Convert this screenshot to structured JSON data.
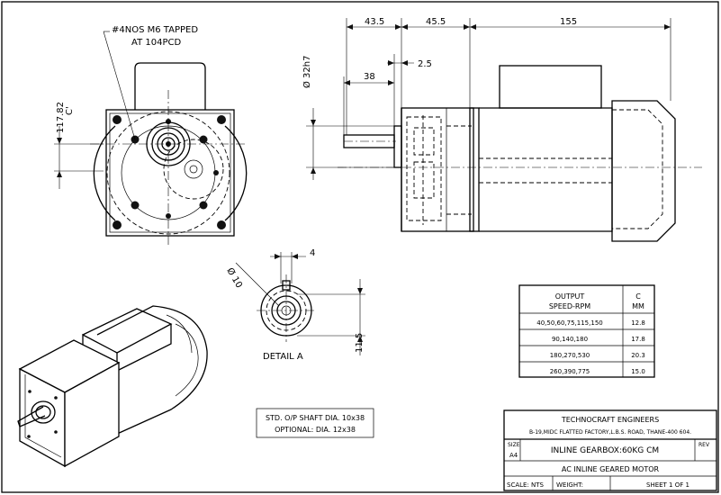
{
  "notes": {
    "tapped_line1": "#4NOS M6 TAPPED",
    "tapped_line2": "AT 104PCD",
    "detail_label": "DETAIL A",
    "shaft_line1": "STD. O/P SHAFT DIA. 10x38",
    "shaft_line2": "OPTIONAL: DIA. 12x38"
  },
  "dimensions": {
    "d_43_5": "43.5",
    "d_45_5": "45.5",
    "d_155": "155",
    "d_2_5": "2.5",
    "d_38": "38",
    "d_dia32": "Ø 32h7",
    "d_c_val": "117.82",
    "d_c_label": "C'",
    "d_dia10": "Ø 10",
    "d_4": "4",
    "d_11_5": "11.5"
  },
  "table": {
    "header_col1_line1": "OUTPUT",
    "header_col1_line2": "SPEED-RPM",
    "header_col2_line1": "C",
    "header_col2_line2": "MM",
    "rows": [
      {
        "speed": "40,50,60,75,115,150",
        "c": "12.8"
      },
      {
        "speed": "90,140,180",
        "c": "17.8"
      },
      {
        "speed": "180,270,530",
        "c": "20.3"
      },
      {
        "speed": "260,390,775",
        "c": "15.0"
      }
    ]
  },
  "title_block": {
    "company": "TECHNOCRAFT ENGINEERS",
    "address": "B-19,MIDC FLATTED FACTORY,L.B.S. ROAD, THANE-400 604.",
    "size_label": "SIZE",
    "size_value": "A4",
    "drawing_title": "INLINE GEARBOX:60KG CM",
    "rev_label": "REV",
    "subtitle": "AC INLINE GEARED MOTOR",
    "scale": "SCALE: NTS",
    "weight": "WEIGHT:",
    "sheet": "SHEET 1 OF 1"
  }
}
